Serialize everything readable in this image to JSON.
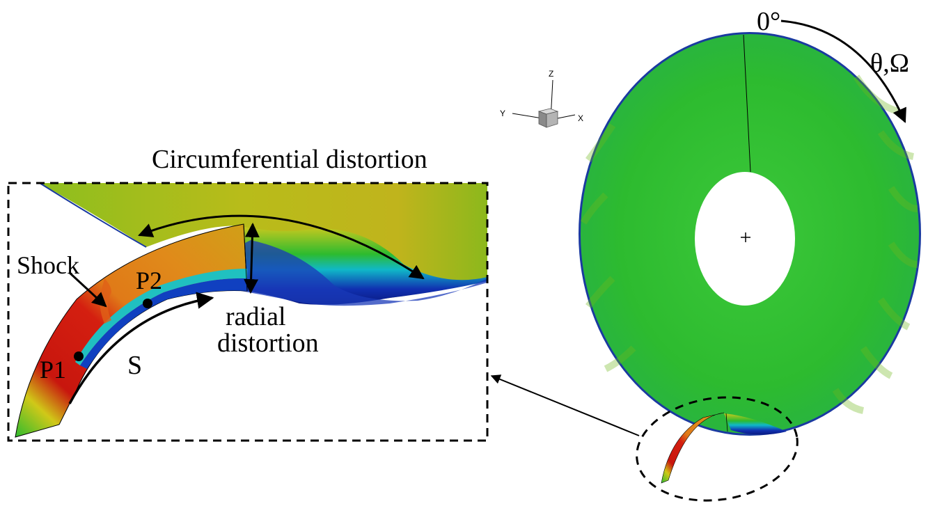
{
  "labels": {
    "angle_zero": "0°",
    "theta_omega": "θ,Ω",
    "circumferential": "Circumferential distortion",
    "shock": "Shock",
    "p1": "P1",
    "p2": "P2",
    "s": "S",
    "radial_line1": "radial",
    "radial_line2": "distortion"
  },
  "axes_triad": {
    "z": "Z",
    "y": "Y",
    "x": "X"
  },
  "colors": {
    "green": "#2fbf2a",
    "yellow": "#c8c81e",
    "orange": "#e07a18",
    "red": "#c8160e",
    "cyan": "#10b8c8",
    "blue": "#1030b0",
    "navy": "#0a1a80"
  }
}
